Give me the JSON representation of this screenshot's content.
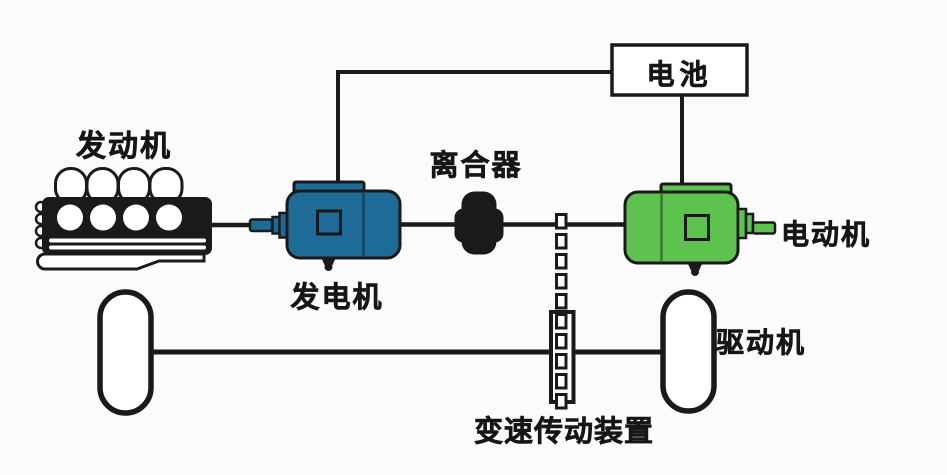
{
  "diagram": {
    "labels": {
      "engine": "发动机",
      "generator": "发电机",
      "clutch": "离合器",
      "battery": "电池",
      "electric_motor": "电动机",
      "drive_wheel": "驱动机",
      "transmission": "变速传动装置"
    },
    "colors": {
      "generator_body": "#1d6b96",
      "motor_body": "#5ec24f",
      "outline": "#1a1a1a",
      "background": "#fbfbfb"
    }
  }
}
